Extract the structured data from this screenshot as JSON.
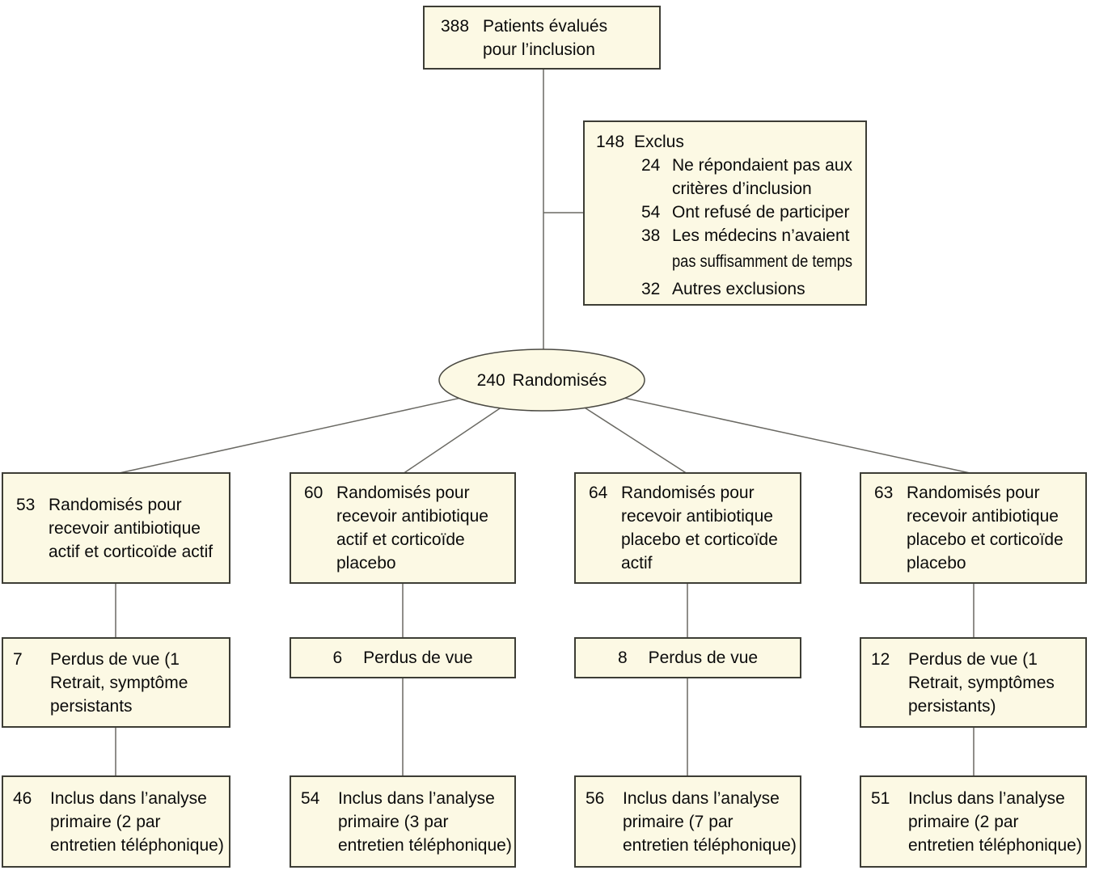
{
  "flow": {
    "assessed": {
      "n": "388",
      "label": "Patients évalués\npour l’inclusion"
    },
    "excluded": {
      "n": "148",
      "label": "Exclus",
      "reasons": [
        {
          "n": "24",
          "label": "Ne répondaient pas aux\ncritères d’inclusion"
        },
        {
          "n": "54",
          "label": "Ont refusé de participer"
        },
        {
          "n": "38",
          "label": "Les médecins n’avaient",
          "label_condensed": "pas suffisamment de temps"
        },
        {
          "n": "32",
          "label": "Autres exclusions"
        }
      ]
    },
    "randomized": {
      "n": "240",
      "label": "Randomisés"
    },
    "arms": [
      {
        "allocated": {
          "n": "53",
          "label": "Randomisés pour\nrecevoir antibiotique\nactif et corticoïde actif"
        },
        "lost": {
          "n": "7",
          "label": "Perdus de vue (1\nRetrait, symptôme\npersistants"
        },
        "analyzed": {
          "n": "46",
          "label": "Inclus dans l’analyse\nprimaire (2 par\nentretien téléphonique)"
        }
      },
      {
        "allocated": {
          "n": "60",
          "label": "Randomisés pour\nrecevoir antibiotique\nactif et corticoïde\nplacebo"
        },
        "lost": {
          "n": "6",
          "label": "Perdus de vue"
        },
        "analyzed": {
          "n": "54",
          "label": "Inclus dans l’analyse\nprimaire (3 par\nentretien téléphonique)"
        }
      },
      {
        "allocated": {
          "n": "64",
          "label": "Randomisés pour\nrecevoir antibiotique\nplacebo et corticoïde\nactif"
        },
        "lost": {
          "n": "8",
          "label": "Perdus de vue"
        },
        "analyzed": {
          "n": "56",
          "label": "Inclus dans l’analyse\nprimaire (7 par\nentretien téléphonique)"
        }
      },
      {
        "allocated": {
          "n": "63",
          "label": "Randomisés pour\nrecevoir antibiotique\nplacebo et corticoïde\nplacebo"
        },
        "lost": {
          "n": "12",
          "label": "Perdus de vue (1\nRetrait, symptômes\npersistants)"
        },
        "analyzed": {
          "n": "51",
          "label": "Inclus dans l’analyse\nprimaire (2 par\nentretien téléphonique)"
        }
      }
    ],
    "colors": {
      "background": "#FFFFFF",
      "box_fill": "#FCF9E4",
      "box_border": "#3D3D35",
      "connector": "#6A6963"
    }
  }
}
